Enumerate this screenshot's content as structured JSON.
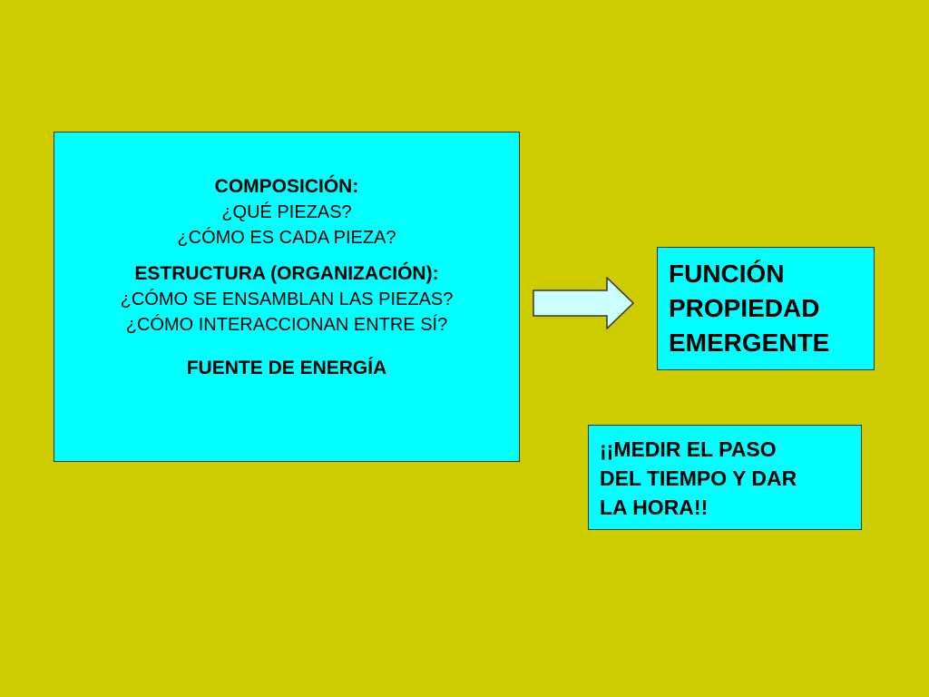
{
  "colors": {
    "background": "#cccc00",
    "box_fill": "#00ffff",
    "arrow_fill": "#ccffff",
    "text": "#000000"
  },
  "main_box": {
    "composicion_heading": "COMPOSICIÓN:",
    "composicion_q1": "¿QUÉ PIEZAS?",
    "composicion_q2": "¿CÓMO ES CADA PIEZA?",
    "estructura_heading": "ESTRUCTURA (ORGANIZACIÓN):",
    "estructura_q1": "¿CÓMO SE ENSAMBLAN LAS PIEZAS?",
    "estructura_q2": "¿CÓMO INTERACCIONAN ENTRE SÍ?",
    "energia_heading": "FUENTE DE ENERGÍA"
  },
  "arrow": {
    "icon": "right-arrow-icon"
  },
  "result_box": {
    "line1": "FUNCIÓN",
    "line2": "PROPIEDAD",
    "line3": "EMERGENTE"
  },
  "note_box": {
    "line1": "¡¡MEDIR EL PASO",
    "line2": "DEL TIEMPO Y DAR",
    "line3": "LA HORA!!"
  }
}
